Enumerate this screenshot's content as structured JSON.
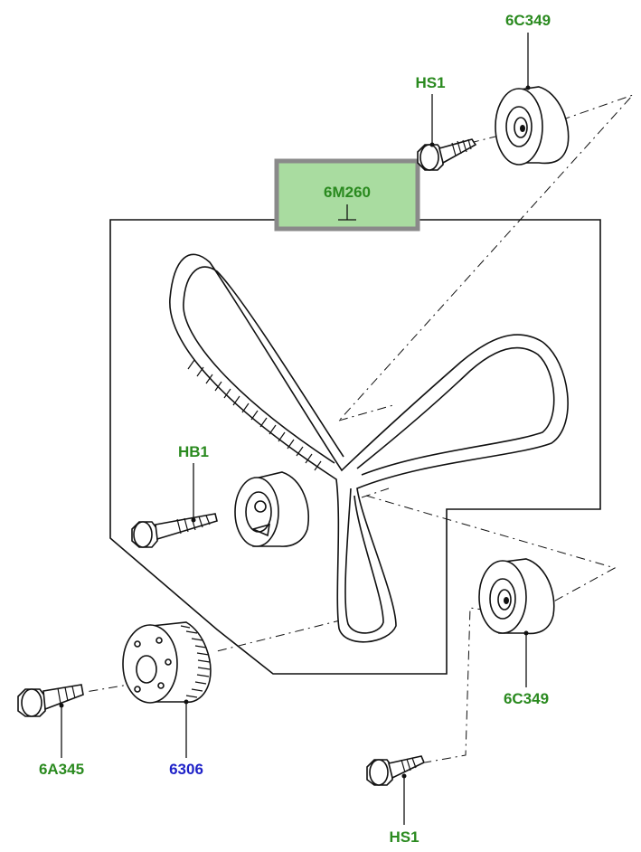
{
  "callouts": {
    "belt": "6M260",
    "idler_top": "6C349",
    "bolt_top": "HS1",
    "tensioner_bolt": "HB1",
    "crank_bolt": "6A345",
    "crank_sprocket": "6306",
    "idler_bottom": "6C349",
    "bolt_bottom": "HS1"
  },
  "colors": {
    "label_green": "#2a8a1f",
    "label_blue": "#1f22c8",
    "highlight_fill": "#a9dca0",
    "highlight_border": "#8a8a8a"
  }
}
